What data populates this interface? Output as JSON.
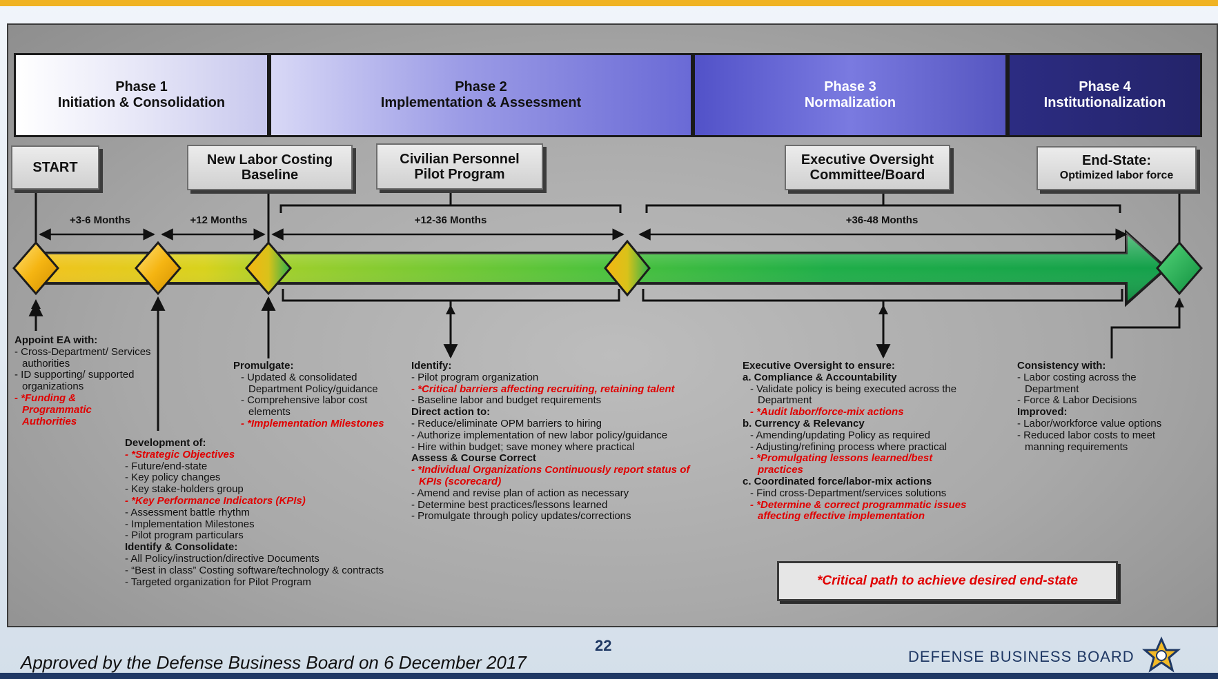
{
  "phases": [
    {
      "name": "Phase 1",
      "title": "Initiation & Consolidation"
    },
    {
      "name": "Phase 2",
      "title": "Implementation & Assessment"
    },
    {
      "name": "Phase 3",
      "title": "Normalization"
    },
    {
      "name": "Phase 4",
      "title": "Institutionalization"
    }
  ],
  "milestones": {
    "start": "START",
    "baseline": [
      "New Labor Costing",
      "Baseline"
    ],
    "pilot": [
      "Civilian Personnel",
      "Pilot Program"
    ],
    "committee": [
      "Executive Oversight",
      "Committee/Board"
    ],
    "end_state": [
      "End-State:",
      "Optimized labor force"
    ]
  },
  "durations": [
    "+3-6 Months",
    "+12 Months",
    "+12-36 Months",
    "+36-48 Months"
  ],
  "col1": {
    "heading": "Appoint EA with:",
    "items": [
      "- Cross-Department/ Services authorities",
      "- ID supporting/ supported organizations"
    ],
    "critical": "- *Funding & Programmatic Authorities"
  },
  "col2": {
    "heading1": "Development of:",
    "items1": [
      {
        "text": "- *Strategic Objectives",
        "critical": true
      },
      {
        "text": "- Future/end-state",
        "critical": false
      },
      {
        "text": "- Key policy changes",
        "critical": false
      },
      {
        "text": "- Key stake-holders group",
        "critical": false
      },
      {
        "text": "- *Key Performance Indicators (KPIs)",
        "critical": true
      },
      {
        "text": "- Assessment battle rhythm",
        "critical": false
      },
      {
        "text": "- Implementation Milestones",
        "critical": false
      },
      {
        "text": "- Pilot program particulars",
        "critical": false
      }
    ],
    "heading2": "Identify & Consolidate:",
    "items2": [
      "- All Policy/instruction/directive Documents",
      "- “Best in class” Costing software/technology & contracts",
      "- Targeted organization for Pilot Program"
    ]
  },
  "col3": {
    "heading": "Promulgate:",
    "items": [
      "- Updated & consolidated Department Policy/guidance",
      "- Comprehensive labor cost elements"
    ],
    "critical": "- *Implementation Milestones"
  },
  "col4": {
    "heading1": "Identify:",
    "items1": [
      {
        "text": "- Pilot program organization",
        "critical": false
      },
      {
        "text": "- *Critical barriers affecting recruiting, retaining talent",
        "critical": true
      },
      {
        "text": "- Baseline labor and budget requirements",
        "critical": false
      }
    ],
    "heading2": "Direct action to:",
    "items2": [
      "- Reduce/eliminate OPM barriers to hiring",
      "- Authorize implementation of new labor policy/guidance",
      "- Hire within budget; save money where practical"
    ],
    "heading3": "Assess & Course Correct",
    "items3": [
      {
        "text": "- *Individual Organizations Continuously report status of KPIs (scorecard)",
        "critical": true
      },
      {
        "text": "- Amend and revise plan of action as necessary",
        "critical": false
      },
      {
        "text": "- Determine best practices/lessons learned",
        "critical": false
      },
      {
        "text": "- Promulgate through policy updates/corrections",
        "critical": false
      }
    ]
  },
  "col5": {
    "heading": "Executive Oversight to ensure:",
    "a_title": "a.  Compliance & Accountability",
    "a_items": [
      {
        "text": "- Validate policy is being executed across the Department",
        "critical": false
      },
      {
        "text": "- *Audit labor/force-mix actions",
        "critical": true
      }
    ],
    "b_title": "b. Currency & Relevancy",
    "b_items": [
      {
        "text": "- Amending/updating Policy as required",
        "critical": false
      },
      {
        "text": "- Adjusting/refining process where practical",
        "critical": false
      },
      {
        "text": "- *Promulgating lessons learned/best practices",
        "critical": true
      }
    ],
    "c_title": "c.  Coordinated force/labor-mix actions",
    "c_items": [
      {
        "text": "- Find cross-Department/services solutions",
        "critical": false
      },
      {
        "text": "- *Determine & correct programmatic issues affecting effective implementation",
        "critical": true
      }
    ]
  },
  "col6": {
    "heading1": "Consistency with:",
    "items1": [
      "- Labor costing across the Department",
      "- Force & Labor Decisions"
    ],
    "heading2": "Improved:",
    "items2": [
      "- Labor/workforce value options",
      "- Reduced labor costs to meet manning requirements"
    ]
  },
  "legend": "*Critical path to achieve desired end-state",
  "footer": {
    "approved": "Approved by the Defense Business Board on 6 December 2017",
    "page": "22",
    "org": "DEFENSE BUSINESS BOARD"
  },
  "colors": {
    "critical": "#e00000",
    "accent_gold": "#f0b323",
    "navy": "#1f3864"
  },
  "icons": [
    "defense-business-board-star-logo"
  ]
}
